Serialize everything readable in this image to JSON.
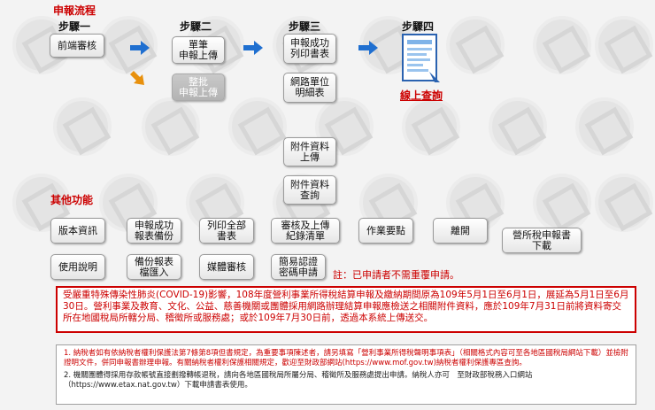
{
  "process": {
    "title": "申報流程",
    "steps": [
      "步驟一",
      "步驟二",
      "步驟三",
      "步驟四"
    ]
  },
  "buttons": {
    "pre_review": "前端審核",
    "single_upload": "單筆\n申報上傳",
    "batch_upload": "整批\n申報上傳",
    "print_success": "申報成功\n列印書表",
    "online_unit": "網路單位\n明細表",
    "attach_upload": "附件資料\n上傳",
    "attach_query": "附件資料\n查詢",
    "online_query": "線上查詢"
  },
  "other": {
    "title": "其他功能",
    "row1": [
      "版本資訊",
      "申報成功\n報表備份",
      "列印全部\n書表",
      "審核及上傳\n紀錄清單",
      "作業要點",
      "離開",
      "營所稅申報書\n下載"
    ],
    "row2": [
      "使用說明",
      "備份報表\n檔匯入",
      "媒體審核",
      "簡易認證\n密碼申請"
    ],
    "note": "註：已申請者不需重覆申請。"
  },
  "notice": {
    "covid": "受嚴重特殊傳染性肺炎(COVID-19)影響，108年度營利事業所得稅結算申報及繳納期間原為109年5月1日至6月1日，展延為5月1日至6月30日。營利事業及教育、文化、公益、慈善機關或團體採用網路辦理結算申報應檢送之相關附件資料，應於109年7月31日前將資料寄交所在地國稅局所轄分局、稽徵所或服務處；或於109年7月30日前，透過本系統上傳送交。",
    "line1": "1. 納稅者如有依納稅者權利保護法第7條第8項但書規定，為重要事項陳述者，請另填寫「營利事業所得稅聲明事項表」（相關格式內容可至各地區國稅局網站下載）並檢附證明文件，併同申報書辦理申報。有關納稅者權利保護相關規定，歡迎至財政部網站(https://www.mof.gov.tw)納稅者權利保護專區查詢。",
    "line2": "2. 機關團體得採用存款帳號直接劃撥轉帳退稅，請向各地區國稅局所屬分局、稽徵所及服務處提出申請。納稅人亦可　至財政部稅務入口網站（https://www.etax.nat.gov.tw）下載申請書表使用。"
  },
  "colors": {
    "accent": "#cc0000",
    "arrow_blue": "#1f6fd0",
    "arrow_orange": "#e8900c"
  }
}
